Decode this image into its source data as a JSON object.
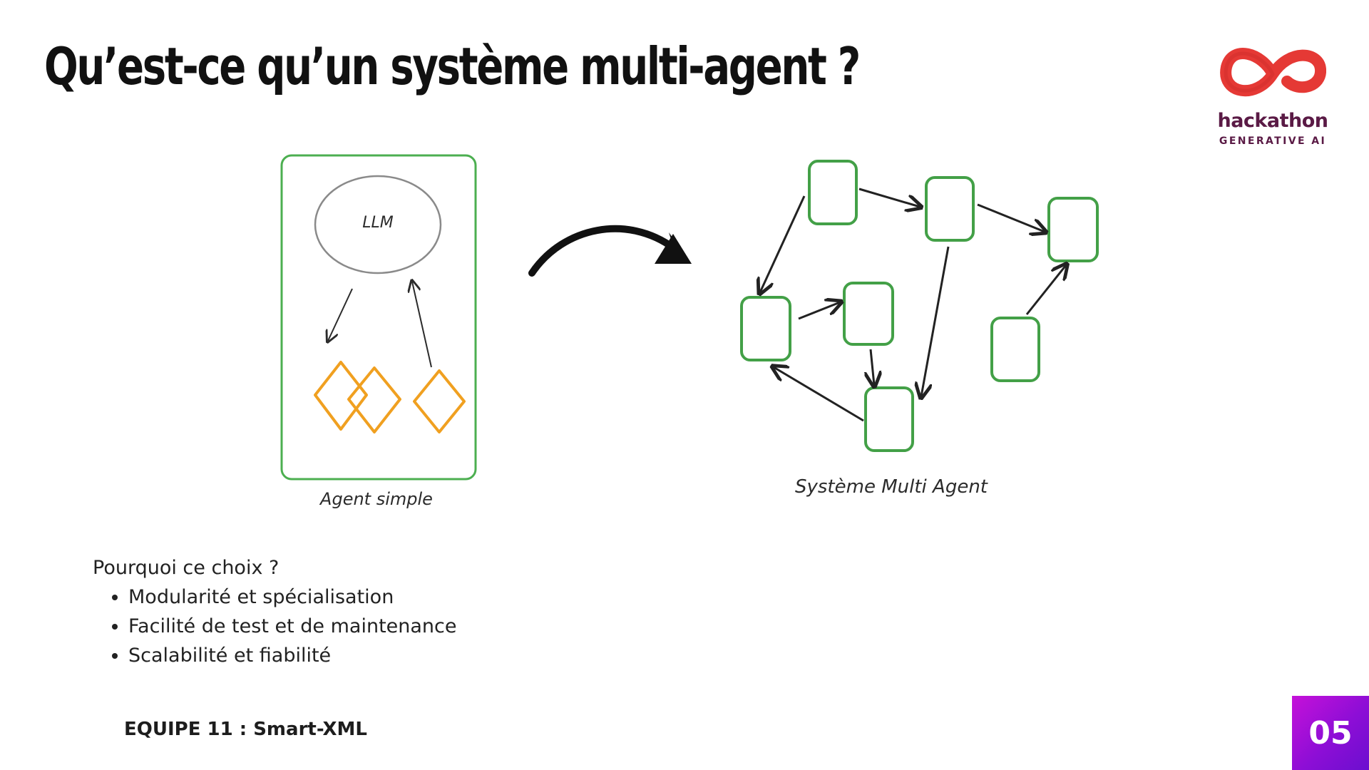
{
  "slide": {
    "title": "Qu’est-ce qu’un système multi-agent ?",
    "team": "EQUIPE 11 : Smart-XML",
    "page_number": "05"
  },
  "logo": {
    "icon": "infinity-icon",
    "name": "hackathon",
    "subtitle": "GENERATIVE AI",
    "color": "#e53935"
  },
  "diagram": {
    "simple_agent": {
      "core_label": "LLM",
      "caption": "Agent simple",
      "tool_count_shown": 3,
      "frame_color": "#4caf50",
      "tool_color": "#f0a020"
    },
    "transition_icon": "curved-arrow-icon",
    "multi_agent": {
      "caption": "Système Multi Agent",
      "node_color": "#43a047"
    }
  },
  "reasons": {
    "heading": "Pourquoi ce choix ?",
    "items": [
      "Modularité et spécialisation",
      "Facilité de test et de maintenance",
      "Scalabilité et fiabilité"
    ]
  }
}
